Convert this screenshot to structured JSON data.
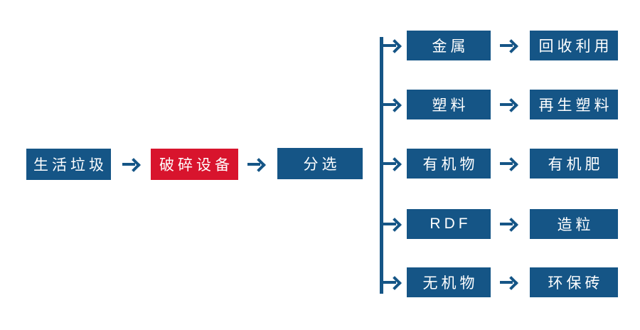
{
  "colors": {
    "box_blue": "#155586",
    "box_red": "#d8142d",
    "text_white": "#ffffff"
  },
  "icons": {
    "arrow_right": "→"
  },
  "flow": {
    "stages": [
      {
        "label": "生活垃圾",
        "highlight": false
      },
      {
        "label": "破碎设备",
        "highlight": true
      },
      {
        "label": "分选",
        "highlight": false
      }
    ]
  },
  "branches": [
    {
      "category": "金属",
      "result": "回收利用"
    },
    {
      "category": "塑料",
      "result": "再生塑料"
    },
    {
      "category": "有机物",
      "result": "有机肥"
    },
    {
      "category": "RDF",
      "result": "造粒"
    },
    {
      "category": "无机物",
      "result": "环保砖"
    }
  ]
}
